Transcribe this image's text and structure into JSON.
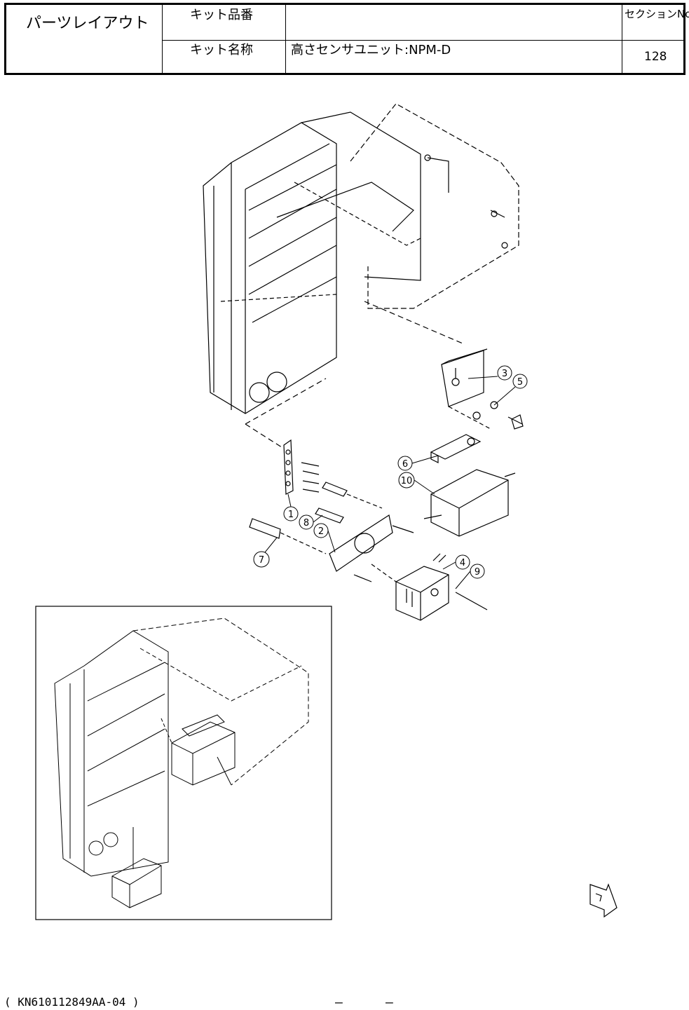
{
  "header": {
    "layout_title": "パーツレイアウト",
    "kit_no_label": "キット品番",
    "kit_no_value": "",
    "kit_name_label": "キット名称",
    "kit_name_value": "高さセンサユニット:NPM-D",
    "section_label": "セクションNo.",
    "section_value": "128"
  },
  "callouts": [
    "1",
    "2",
    "3",
    "4",
    "5",
    "6",
    "7",
    "8",
    "9",
    "10"
  ],
  "footer": {
    "doc_code": "( KN610112849AA-04 )",
    "page_left": "–",
    "page_right": "–"
  }
}
